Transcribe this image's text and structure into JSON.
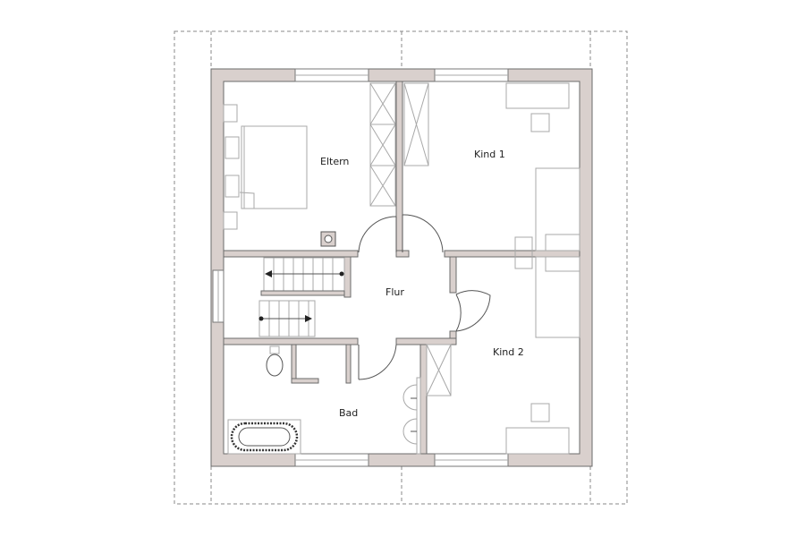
{
  "rooms": {
    "eltern": "Eltern",
    "kind1": "Kind 1",
    "flur": "Flur",
    "kind2": "Kind 2",
    "bad": "Bad"
  },
  "colors": {
    "wall": "#d9d0cd"
  }
}
